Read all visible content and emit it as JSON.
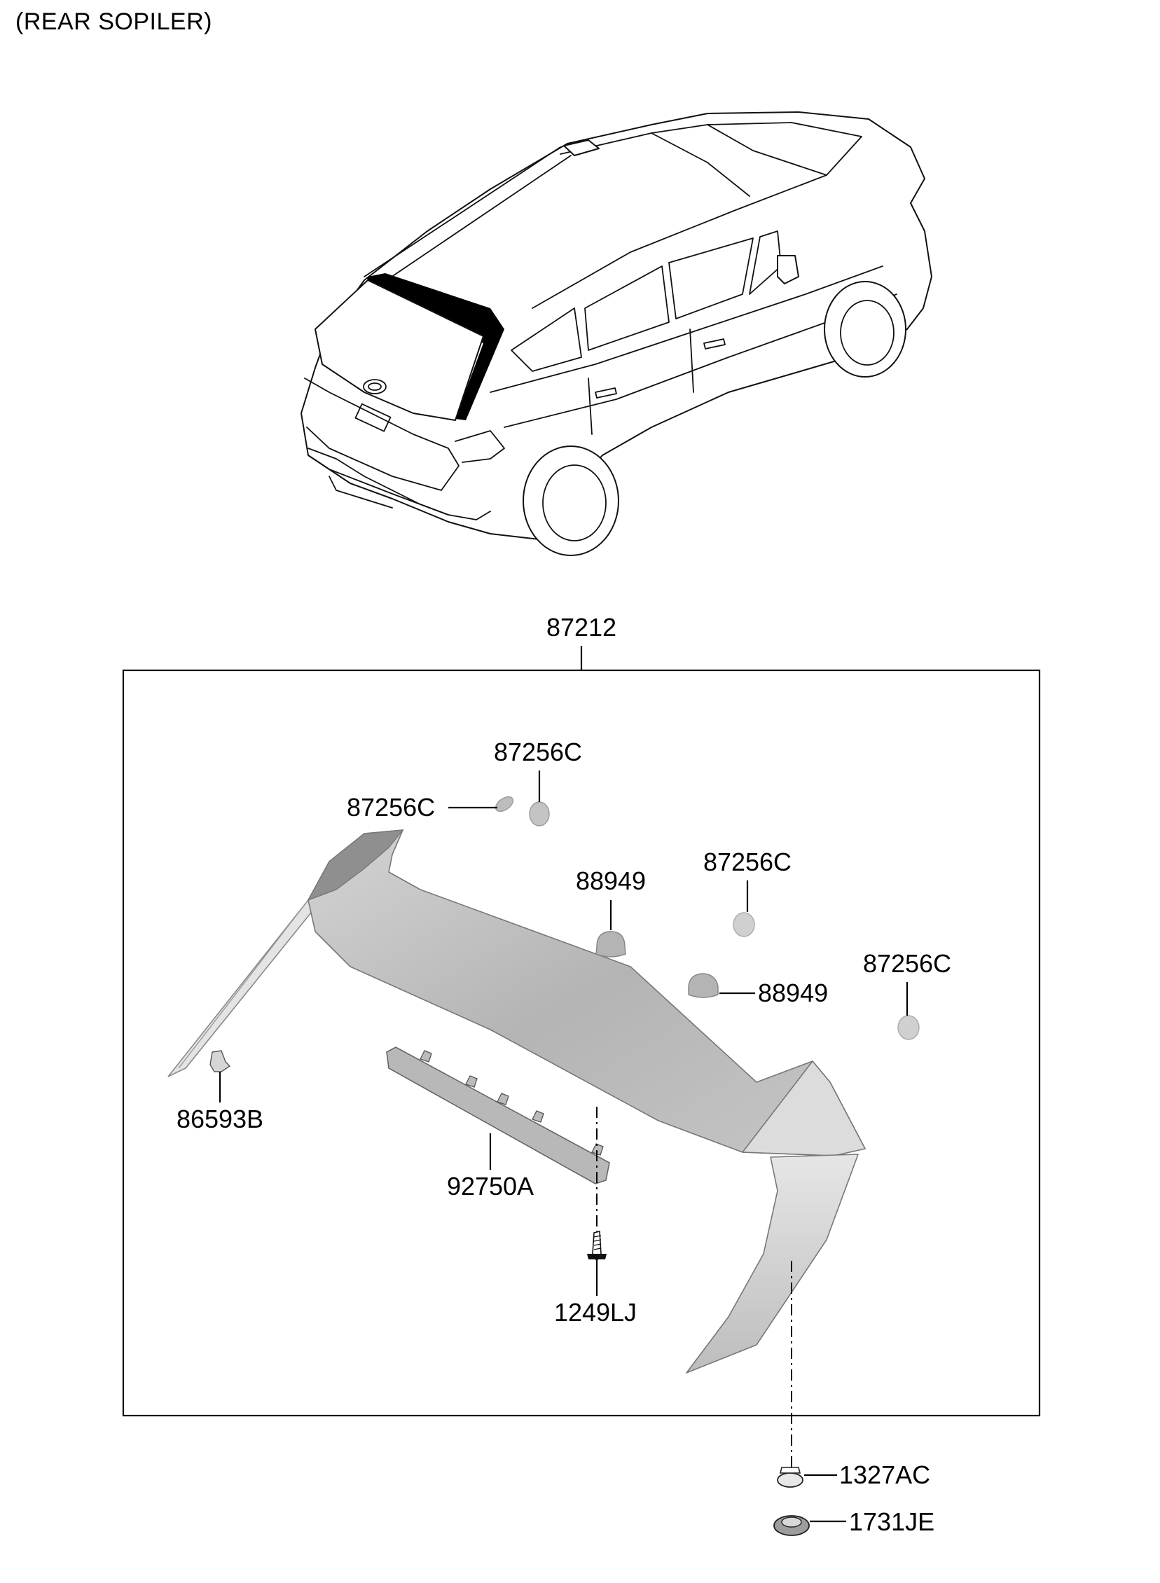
{
  "title": "(REAR SOPILER)",
  "callouts": {
    "assembly": "87212",
    "cap_a": "87256C",
    "cap_b": "87256C",
    "cap_c": "87256C",
    "cap_d": "87256C",
    "bumper_a": "88949",
    "bumper_b": "88949",
    "clip": "86593B",
    "stop_lamp": "92750A",
    "screw": "1249LJ",
    "nut": "1327AC",
    "grommet": "1731JE"
  },
  "colors": {
    "line": "#000000",
    "part_fill": "#c8c8c8",
    "part_dark": "#a8a8a8",
    "highlight_glass": "#000000"
  }
}
